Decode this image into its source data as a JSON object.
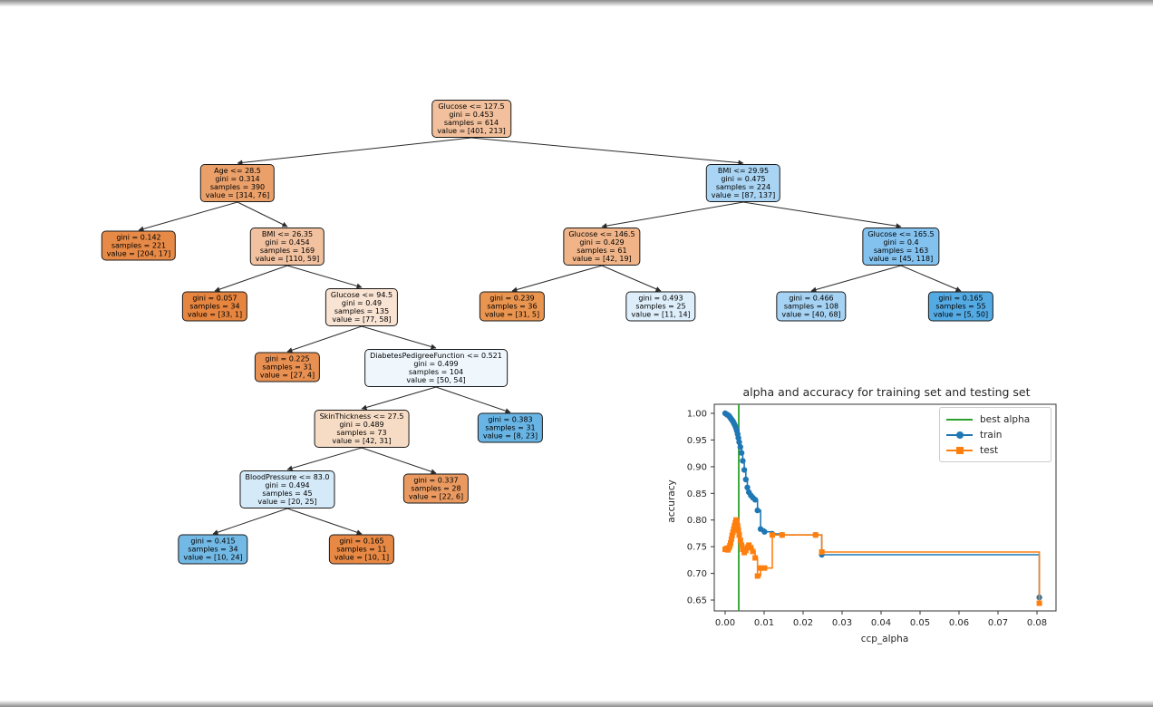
{
  "tree": {
    "nodes": [
      {
        "condition": "Glucose <= 127.5",
        "gini": "gini = 0.453",
        "samples": "samples = 614",
        "value": "value = [401, 213]",
        "color": "#f2c09c"
      },
      {
        "condition": "Age <= 28.5",
        "gini": "gini = 0.314",
        "samples": "samples = 390",
        "value": "value = [314, 76]",
        "color": "#eba06a"
      },
      {
        "gini": "gini = 0.142",
        "samples": "samples = 221",
        "value": "value = [204, 17]",
        "color": "#e78a47"
      },
      {
        "condition": "BMI <= 26.35",
        "gini": "gini = 0.454",
        "samples": "samples = 169",
        "value": "value = [110, 59]",
        "color": "#f2c19f"
      },
      {
        "gini": "gini = 0.057",
        "samples": "samples = 34",
        "value": "value = [33, 1]",
        "color": "#e6853f"
      },
      {
        "condition": "Glucose <= 94.5",
        "gini": "gini = 0.49",
        "samples": "samples = 135",
        "value": "value = [77, 58]",
        "color": "#f9e3d2"
      },
      {
        "gini": "gini = 0.225",
        "samples": "samples = 31",
        "value": "value = [27, 4]",
        "color": "#e89051"
      },
      {
        "condition": "DiabetesPedigreeFunction <= 0.521",
        "gini": "gini = 0.499",
        "samples": "samples = 104",
        "value": "value = [50, 54]",
        "color": "#eff7fd"
      },
      {
        "condition": "SkinThickness <= 27.5",
        "gini": "gini = 0.489",
        "samples": "samples = 73",
        "value": "value = [42, 31]",
        "color": "#f7dcc5"
      },
      {
        "gini": "gini = 0.383",
        "samples": "samples = 31",
        "value": "value = [8, 23]",
        "color": "#68b4e4"
      },
      {
        "condition": "BloodPressure <= 83.0",
        "gini": "gini = 0.494",
        "samples": "samples = 45",
        "value": "value = [20, 25]",
        "color": "#d5eaf9"
      },
      {
        "gini": "gini = 0.337",
        "samples": "samples = 28",
        "value": "value = [22, 6]",
        "color": "#ea9a60"
      },
      {
        "gini": "gini = 0.415",
        "samples": "samples = 34",
        "value": "value = [10, 24]",
        "color": "#72b9e6"
      },
      {
        "gini": "gini = 0.165",
        "samples": "samples = 11",
        "value": "value = [10, 1]",
        "color": "#e78945"
      },
      {
        "condition": "BMI <= 29.95",
        "gini": "gini = 0.475",
        "samples": "samples = 224",
        "value": "value = [87, 137]",
        "color": "#a9d4f3"
      },
      {
        "condition": "Glucose <= 146.5",
        "gini": "gini = 0.429",
        "samples": "samples = 61",
        "value": "value = [42, 19]",
        "color": "#f0b488"
      },
      {
        "gini": "gini = 0.239",
        "samples": "samples = 36",
        "value": "value = [31, 5]",
        "color": "#e9944f"
      },
      {
        "gini": "gini = 0.493",
        "samples": "samples = 25",
        "value": "value = [11, 14]",
        "color": "#deeffb"
      },
      {
        "condition": "Glucose <= 165.5",
        "gini": "gini = 0.4",
        "samples": "samples = 163",
        "value": "value = [45, 118]",
        "color": "#83c2ef"
      },
      {
        "gini": "gini = 0.466",
        "samples": "samples = 108",
        "value": "value = [40, 68]",
        "color": "#a6d3f3"
      },
      {
        "gini": "gini = 0.165",
        "samples": "samples = 55",
        "value": "value = [5, 50]",
        "color": "#54aae3"
      }
    ]
  },
  "chart_data": {
    "type": "line",
    "title": "alpha and accuracy for training set and testing set",
    "xlabel": "ccp_alpha",
    "ylabel": "accuracy",
    "drawstyle": "steps-post",
    "grid": false,
    "xlim": [
      -0.0028,
      0.0849
    ],
    "ylim": [
      0.63,
      1.017
    ],
    "xticks": [
      0,
      0.01,
      0.02,
      0.03,
      0.04,
      0.05,
      0.06,
      0.07,
      0.08
    ],
    "yticks": [
      0.65,
      0.7,
      0.75,
      0.8,
      0.85,
      0.9,
      0.95,
      1.0
    ],
    "best_alpha": 0.0035,
    "legend_position": "upper right",
    "legend_labels": [
      "best alpha",
      "train",
      "test"
    ],
    "colors": {
      "best_alpha": "#2ca02c",
      "train": "#1f77b4",
      "test": "#ff7f0e"
    },
    "x": [
      0.0,
      0.0004,
      0.0007,
      0.001,
      0.0012,
      0.0014,
      0.0016,
      0.0018,
      0.002,
      0.0022,
      0.0024,
      0.0026,
      0.0028,
      0.003,
      0.0032,
      0.0034,
      0.0036,
      0.0039,
      0.0042,
      0.0045,
      0.0049,
      0.0053,
      0.0057,
      0.0061,
      0.0066,
      0.0071,
      0.0077,
      0.0083,
      0.0091,
      0.0101,
      0.0121,
      0.0146,
      0.0232,
      0.0248,
      0.0806
    ],
    "series": [
      {
        "name": "train",
        "marker": "o",
        "color": "#1f77b4",
        "values": [
          1.0,
          0.998,
          0.997,
          0.995,
          0.993,
          0.991,
          0.989,
          0.987,
          0.985,
          0.982,
          0.979,
          0.976,
          0.972,
          0.967,
          0.961,
          0.954,
          0.946,
          0.937,
          0.926,
          0.911,
          0.894,
          0.876,
          0.861,
          0.852,
          0.846,
          0.842,
          0.838,
          0.818,
          0.783,
          0.778,
          0.774,
          0.772,
          0.772,
          0.735,
          0.655
        ]
      },
      {
        "name": "test",
        "marker": "s",
        "color": "#ff7f0e",
        "values": [
          0.745,
          0.747,
          0.744,
          0.748,
          0.752,
          0.757,
          0.764,
          0.771,
          0.777,
          0.783,
          0.789,
          0.795,
          0.8,
          0.796,
          0.789,
          0.781,
          0.772,
          0.762,
          0.753,
          0.745,
          0.739,
          0.743,
          0.749,
          0.753,
          0.748,
          0.741,
          0.729,
          0.695,
          0.71,
          0.71,
          0.772,
          0.772,
          0.772,
          0.74,
          0.644
        ]
      }
    ]
  }
}
